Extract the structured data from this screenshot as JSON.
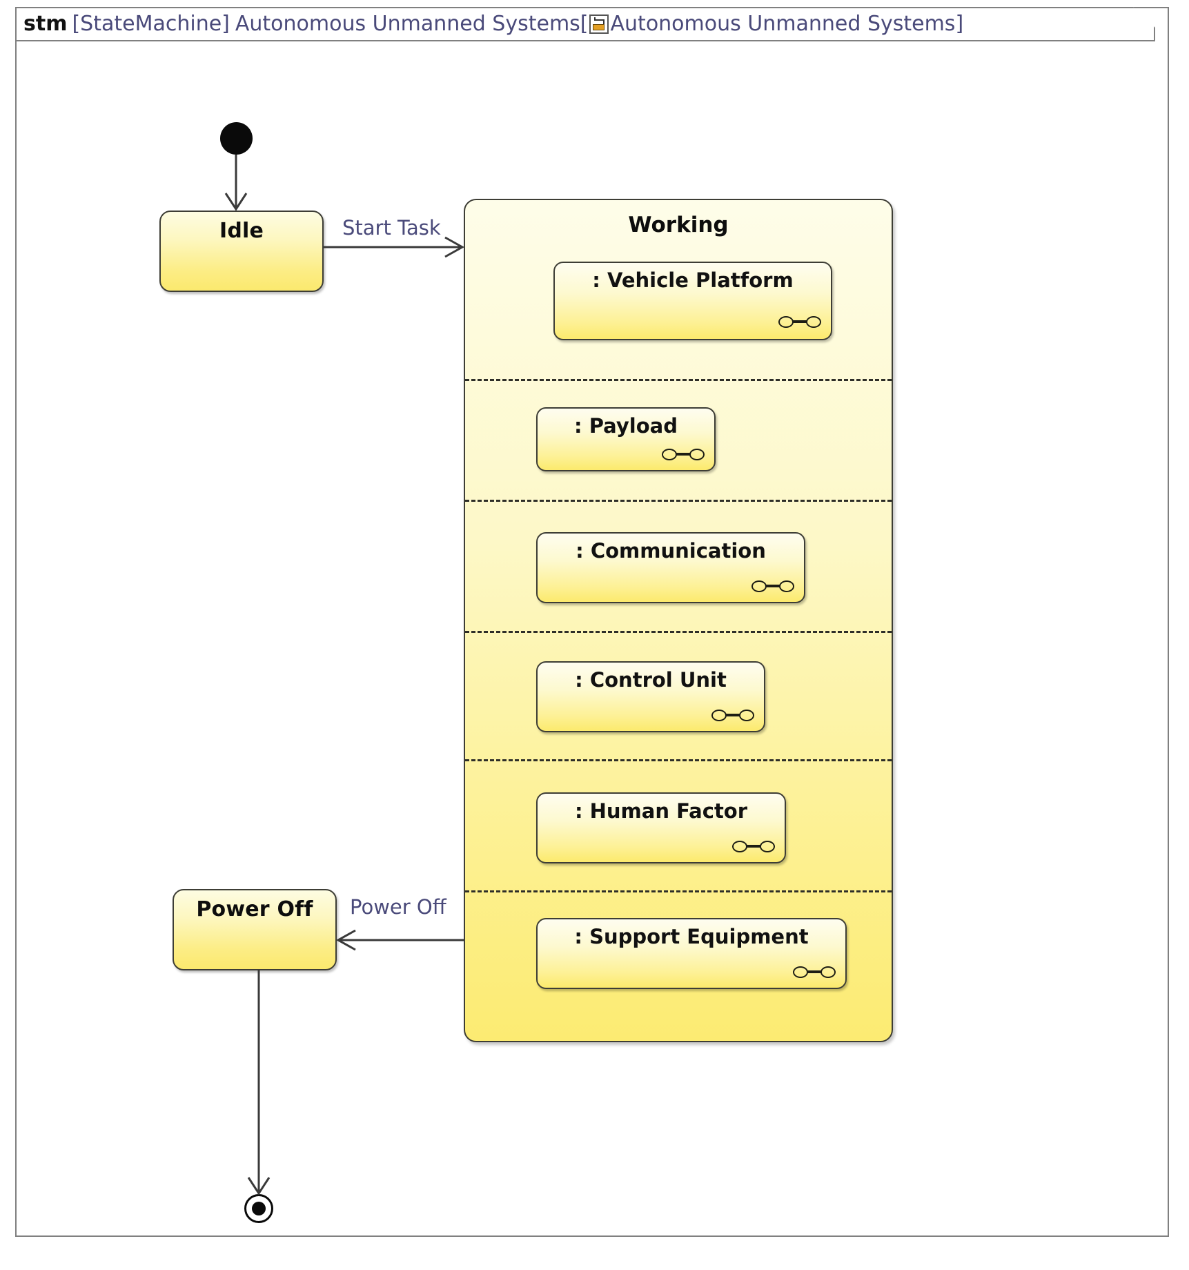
{
  "frame": {
    "kind": "stm",
    "stereotype": "[StateMachine]",
    "name": "Autonomous Unmanned Systems",
    "bracket_open": "[",
    "icon": "state-machine-icon",
    "reference": "Autonomous Unmanned Systems",
    "bracket_close": "]"
  },
  "nodes": {
    "initial": {
      "name": "initial-pseudostate"
    },
    "idle": {
      "label": "Idle"
    },
    "working": {
      "label": "Working"
    },
    "power_off": {
      "label": "Power Off"
    },
    "final": {
      "name": "final-state"
    }
  },
  "regions": [
    {
      "index": 1,
      "substate": {
        "label": ": Vehicle Platform",
        "icon": "submachine-icon"
      }
    },
    {
      "index": 2,
      "substate": {
        "label": ": Payload",
        "icon": "submachine-icon"
      }
    },
    {
      "index": 3,
      "substate": {
        "label": ": Communication",
        "icon": "submachine-icon"
      }
    },
    {
      "index": 4,
      "substate": {
        "label": ": Control Unit",
        "icon": "submachine-icon"
      }
    },
    {
      "index": 5,
      "substate": {
        "label": ": Human Factor",
        "icon": "submachine-icon"
      }
    },
    {
      "index": 6,
      "substate": {
        "label": ": Support Equipment",
        "icon": "submachine-icon"
      }
    }
  ],
  "transitions": [
    {
      "from": "initial",
      "to": "idle",
      "label": ""
    },
    {
      "from": "idle",
      "to": "working",
      "label": "Start Task"
    },
    {
      "from": "working",
      "to": "power_off",
      "label": "Power Off"
    },
    {
      "from": "power_off",
      "to": "final",
      "label": ""
    }
  ],
  "colors": {
    "state_fill_light": "#fdfce2",
    "state_fill_dark": "#fbe96e",
    "border": "#3d3d35",
    "frame_border": "#808080",
    "label_text": "#4a4a7a",
    "icon_orange": "#e39f23"
  }
}
